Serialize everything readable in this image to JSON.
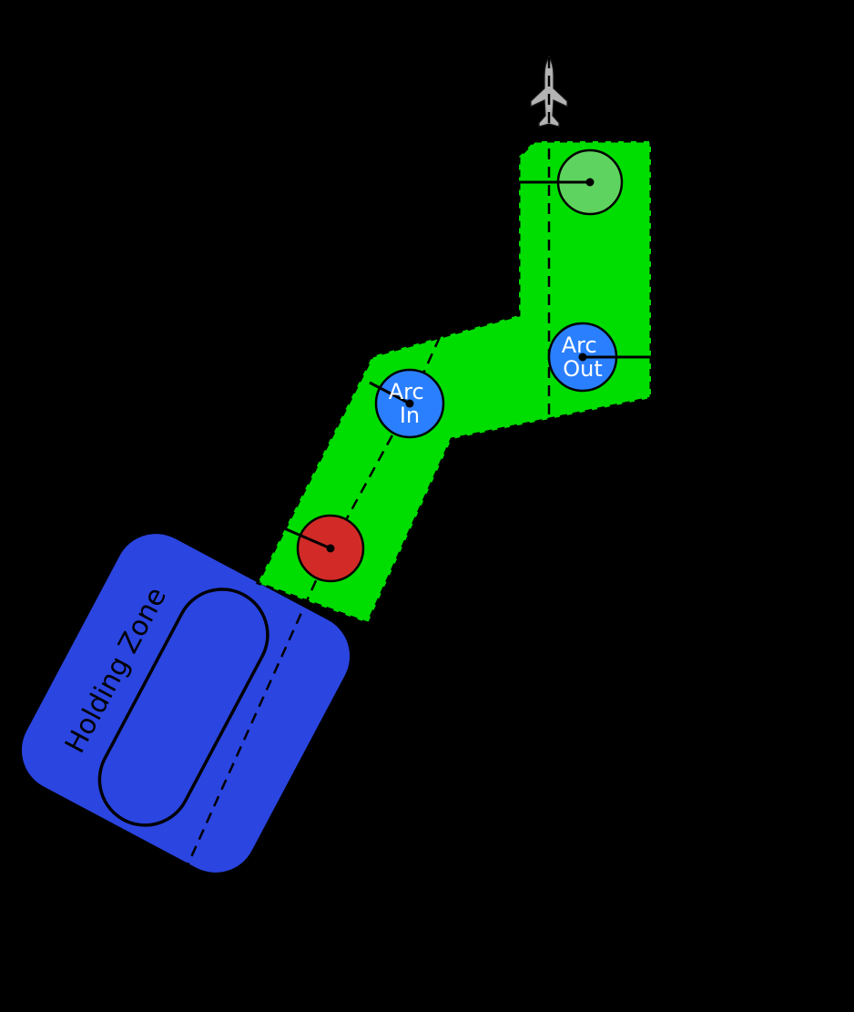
{
  "diagram": {
    "name": "approach-path-diagram",
    "background": "#000000",
    "labels": {
      "arc_out_line1": "Arc",
      "arc_out_line2": "Out",
      "arc_in_line1": "Arc",
      "arc_in_line2": "In",
      "holding_zone": "Holding Zone"
    },
    "colors": {
      "corridor_green": "#00dd00",
      "start_circle_green": "#5fd35f",
      "arc_circle_blue": "#2a7fff",
      "final_circle_red": "#d22b27",
      "holding_zone_blue": "#2b45e0",
      "aircraft_gray": "#b3b3b3",
      "outline_black": "#000000",
      "circle_label_white": "#ffffff"
    },
    "icons": {
      "aircraft": "aircraft-icon",
      "racetrack": "holding-pattern-racetrack-icon"
    }
  }
}
